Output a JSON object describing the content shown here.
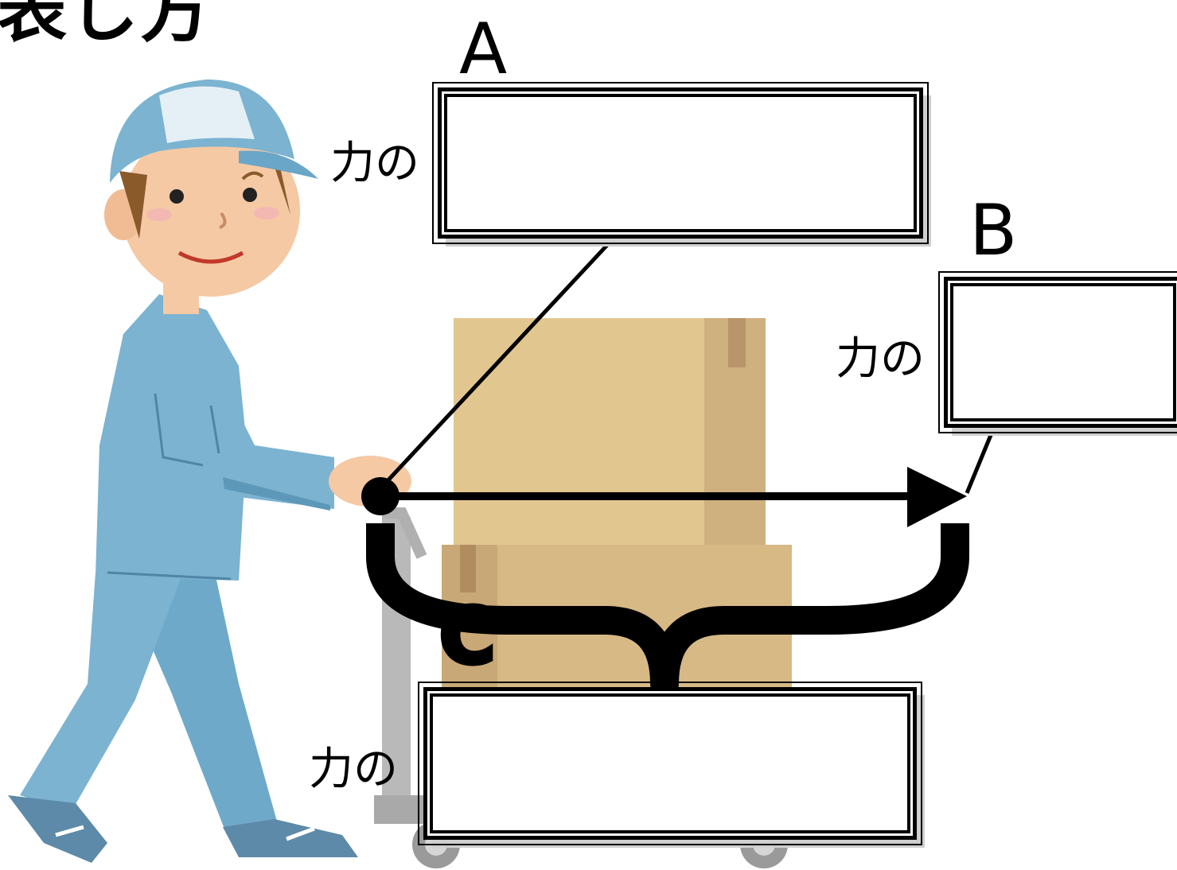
{
  "heading_text": "表し方",
  "labels": {
    "a": "A",
    "b": "B",
    "c": "C"
  },
  "answer_prefix": "力の",
  "answer_boxes": [
    {
      "id": "A",
      "prefix": "力の",
      "value": ""
    },
    {
      "id": "B",
      "prefix": "力の",
      "value": ""
    },
    {
      "id": "C",
      "prefix": "力の",
      "value": ""
    }
  ],
  "colors": {
    "uniform": "#7bb3d1",
    "uniform_shadow": "#5e98b8",
    "cap_front": "#e4f0f6",
    "skin": "#f5c9a4",
    "hair": "#8a5a2b",
    "box_light": "#e2c690",
    "box_dark": "#c9ad7d",
    "tape": "#b8956a",
    "cart_metal": "#b7b7b7",
    "shoe": "#5d8aa8"
  }
}
